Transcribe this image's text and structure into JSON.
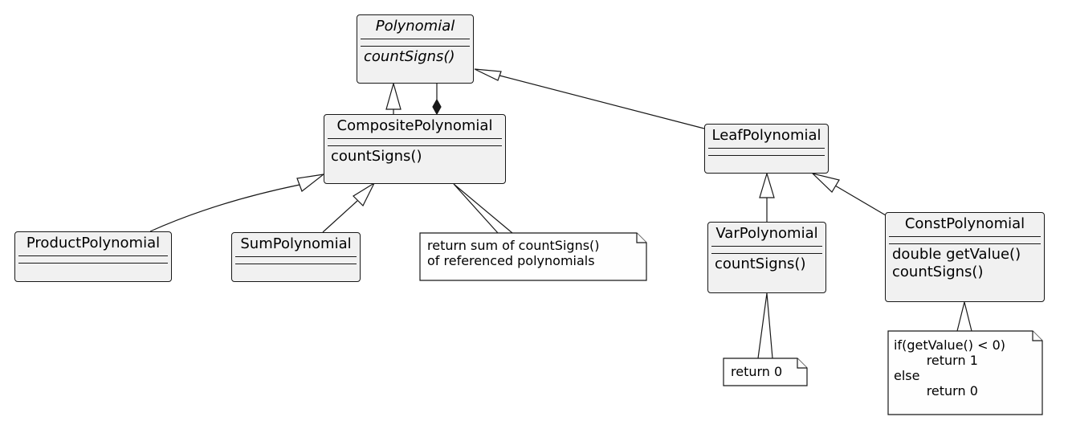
{
  "classes": {
    "polynomial": {
      "name": "Polynomial",
      "ops": [
        "countSigns()"
      ]
    },
    "composite": {
      "name": "CompositePolynomial",
      "ops": [
        "countSigns()"
      ]
    },
    "leaf": {
      "name": "LeafPolynomial"
    },
    "product": {
      "name": "ProductPolynomial"
    },
    "sum": {
      "name": "SumPolynomial"
    },
    "var": {
      "name": "VarPolynomial",
      "ops": [
        "countSigns()"
      ]
    },
    "const": {
      "name": "ConstPolynomial",
      "ops": [
        "double getValue()",
        "countSigns()"
      ]
    }
  },
  "notes": {
    "composite_note": "return sum of countSigns()\nof referenced polynomials",
    "var_note": "return 0",
    "const_note": "if(getValue() < 0)\n        return 1\nelse\n        return 0"
  },
  "colors": {
    "box_fill": "#f1f1f1",
    "note_fill": "#fefefe",
    "border": "#181818"
  }
}
